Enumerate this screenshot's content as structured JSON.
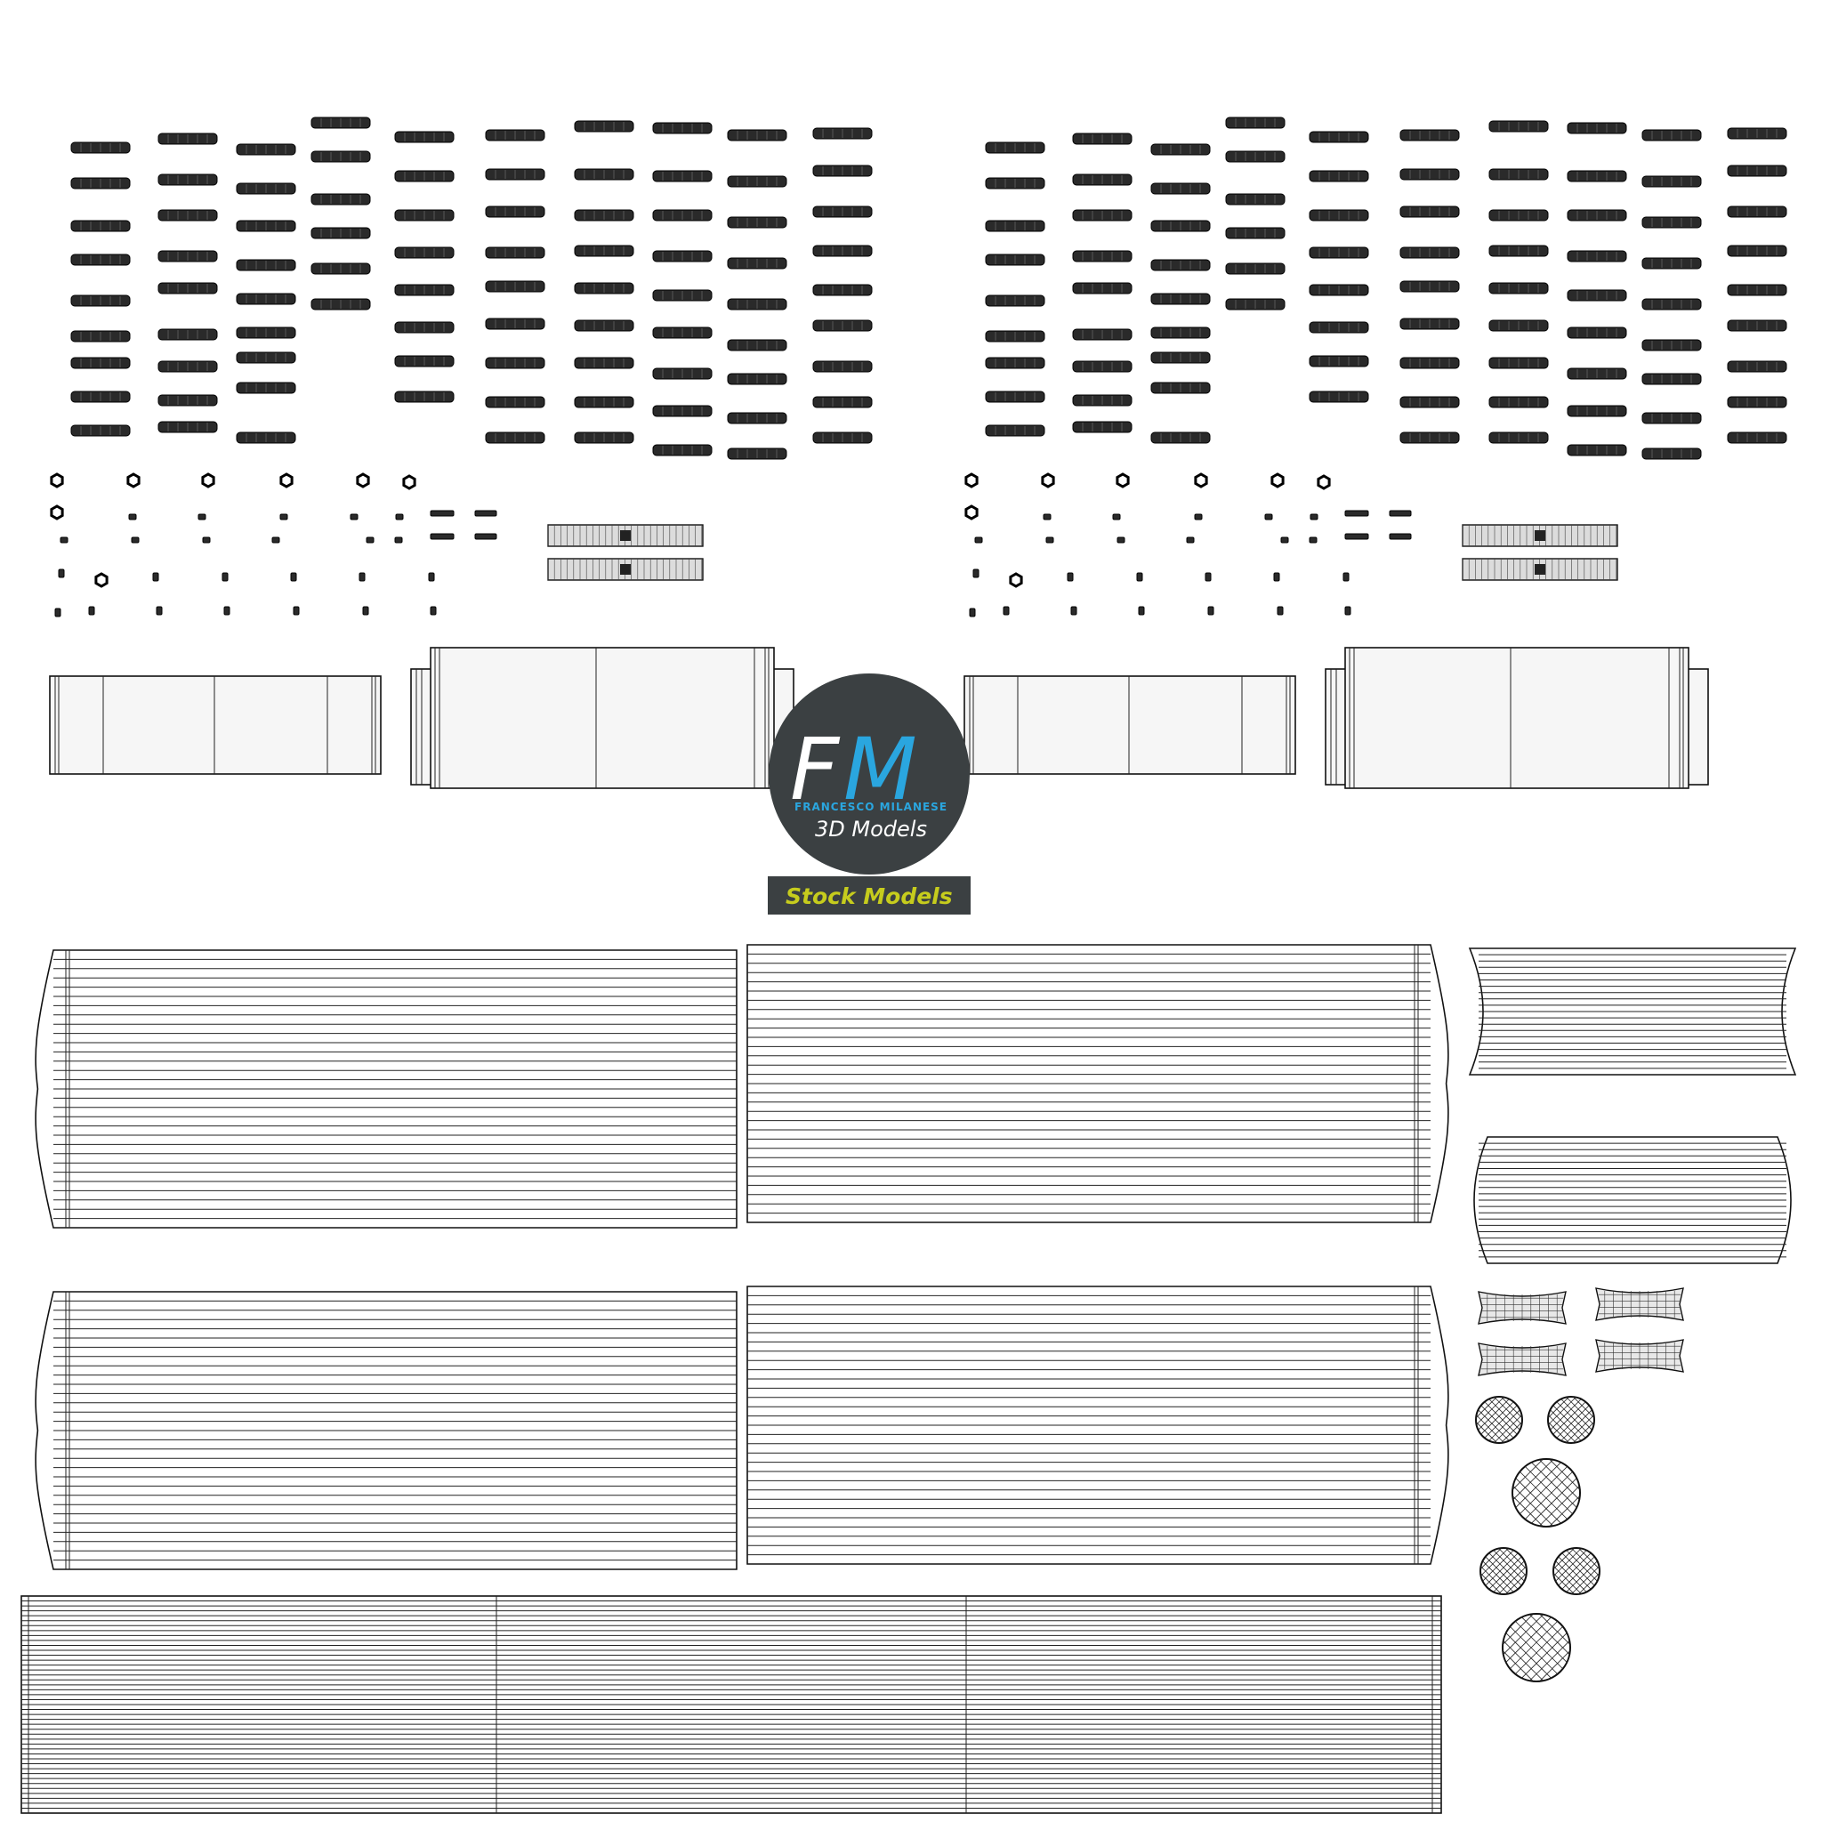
{
  "logo": {
    "initial_f": "F",
    "initial_m": "M",
    "author": "FRANCESCO MILANESE",
    "tagline": "3D Models",
    "badge": "Stock Models",
    "colors": {
      "circle": "#3b4042",
      "f_letter": "#ffffff",
      "m_letter": "#2aa6df",
      "author_text": "#2aa6df",
      "tagline_text": "#ffffff",
      "badge_bg": "#3b4042",
      "badge_text": "#c6cc1d"
    }
  },
  "wire_color": "#111111",
  "background": "#ffffff"
}
